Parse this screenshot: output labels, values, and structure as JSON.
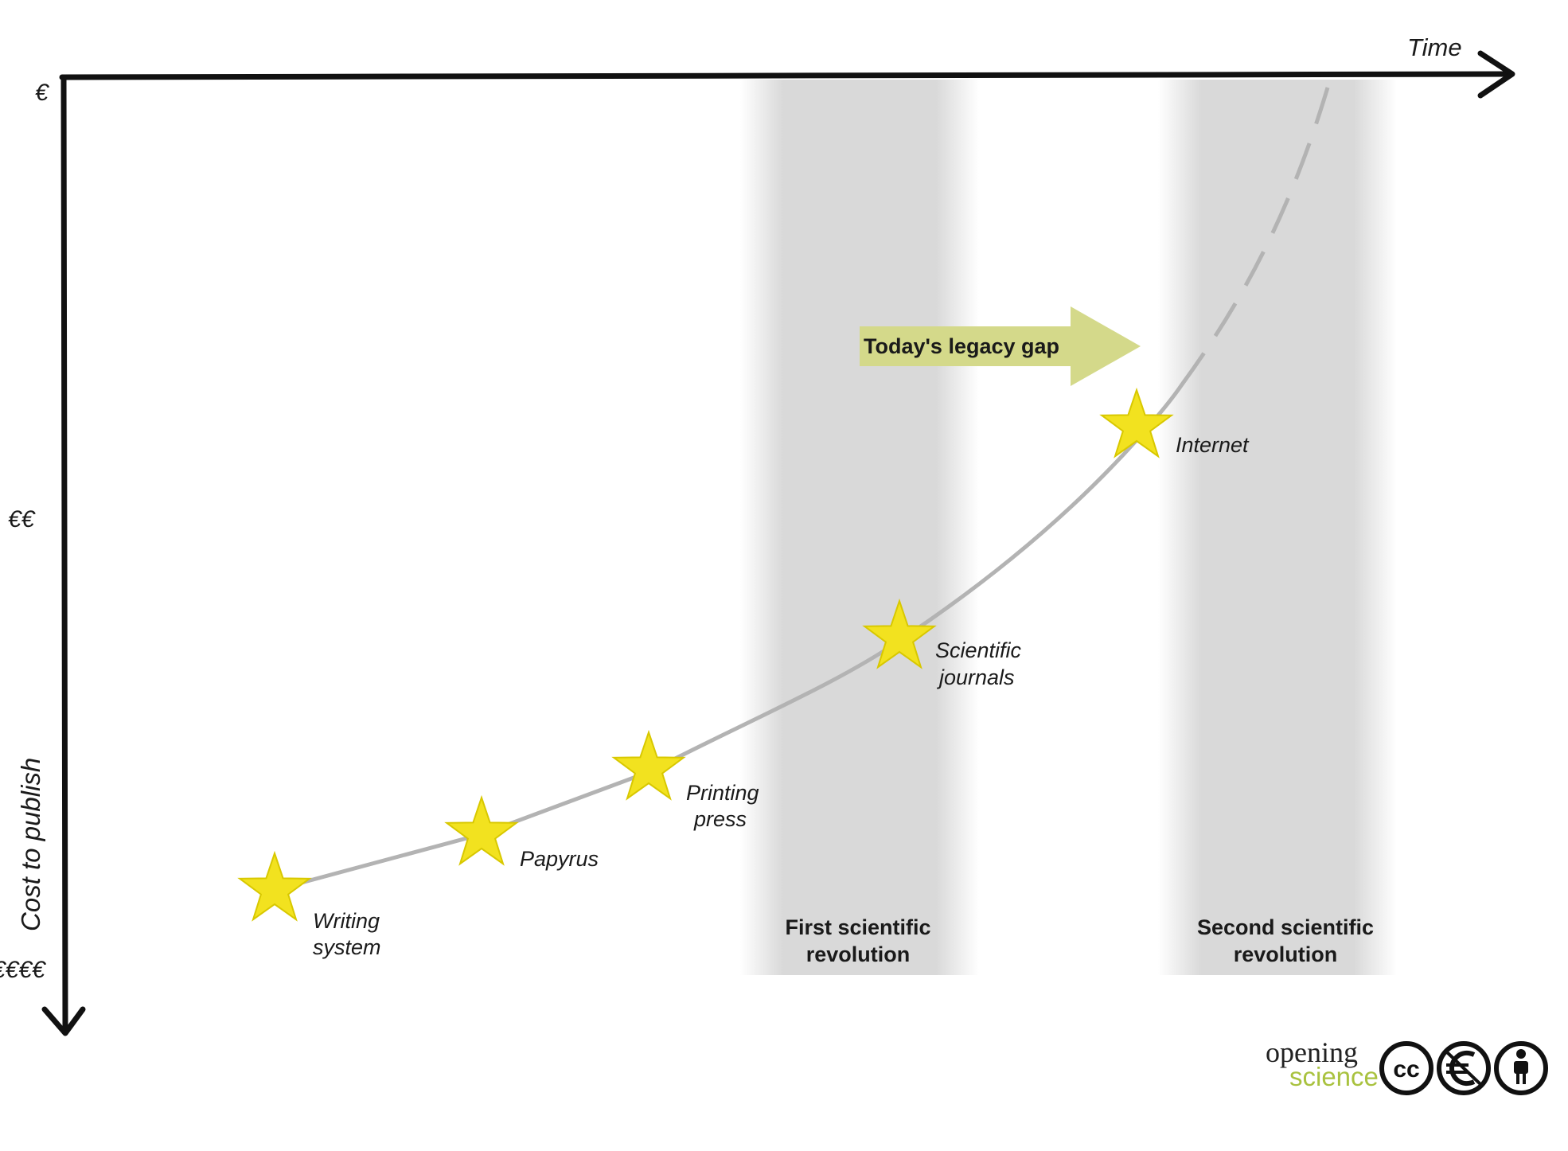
{
  "axes": {
    "x_label": "Time",
    "y_label": "Cost to publish",
    "y_ticks": [
      "€",
      "€€",
      "€€€€"
    ]
  },
  "bands": [
    {
      "label_line1": "First scientific",
      "label_line2": "revolution"
    },
    {
      "label_line1": "Second scientific",
      "label_line2": "revolution"
    }
  ],
  "milestones": [
    {
      "line1": "Writing",
      "line2": "system"
    },
    {
      "line1": "Papyrus",
      "line2": ""
    },
    {
      "line1": "Printing",
      "line2": "press"
    },
    {
      "line1": "Scientific",
      "line2": "journals"
    },
    {
      "line1": "Internet",
      "line2": ""
    }
  ],
  "gap_arrow": {
    "label": "Today's legacy gap"
  },
  "logo": {
    "line1": "opening",
    "line2": "science"
  },
  "license_icons": [
    "cc-icon",
    "noncommercial-euro-icon",
    "attribution-icon"
  ],
  "colors": {
    "star": "#f2e21f",
    "star_stroke": "#d8c800",
    "band": "#d9d9d9",
    "curve": "#b3b3b3",
    "arrow_fill": "#d4d98a",
    "axis": "#111111",
    "logo_accent": "#a9c23f"
  }
}
